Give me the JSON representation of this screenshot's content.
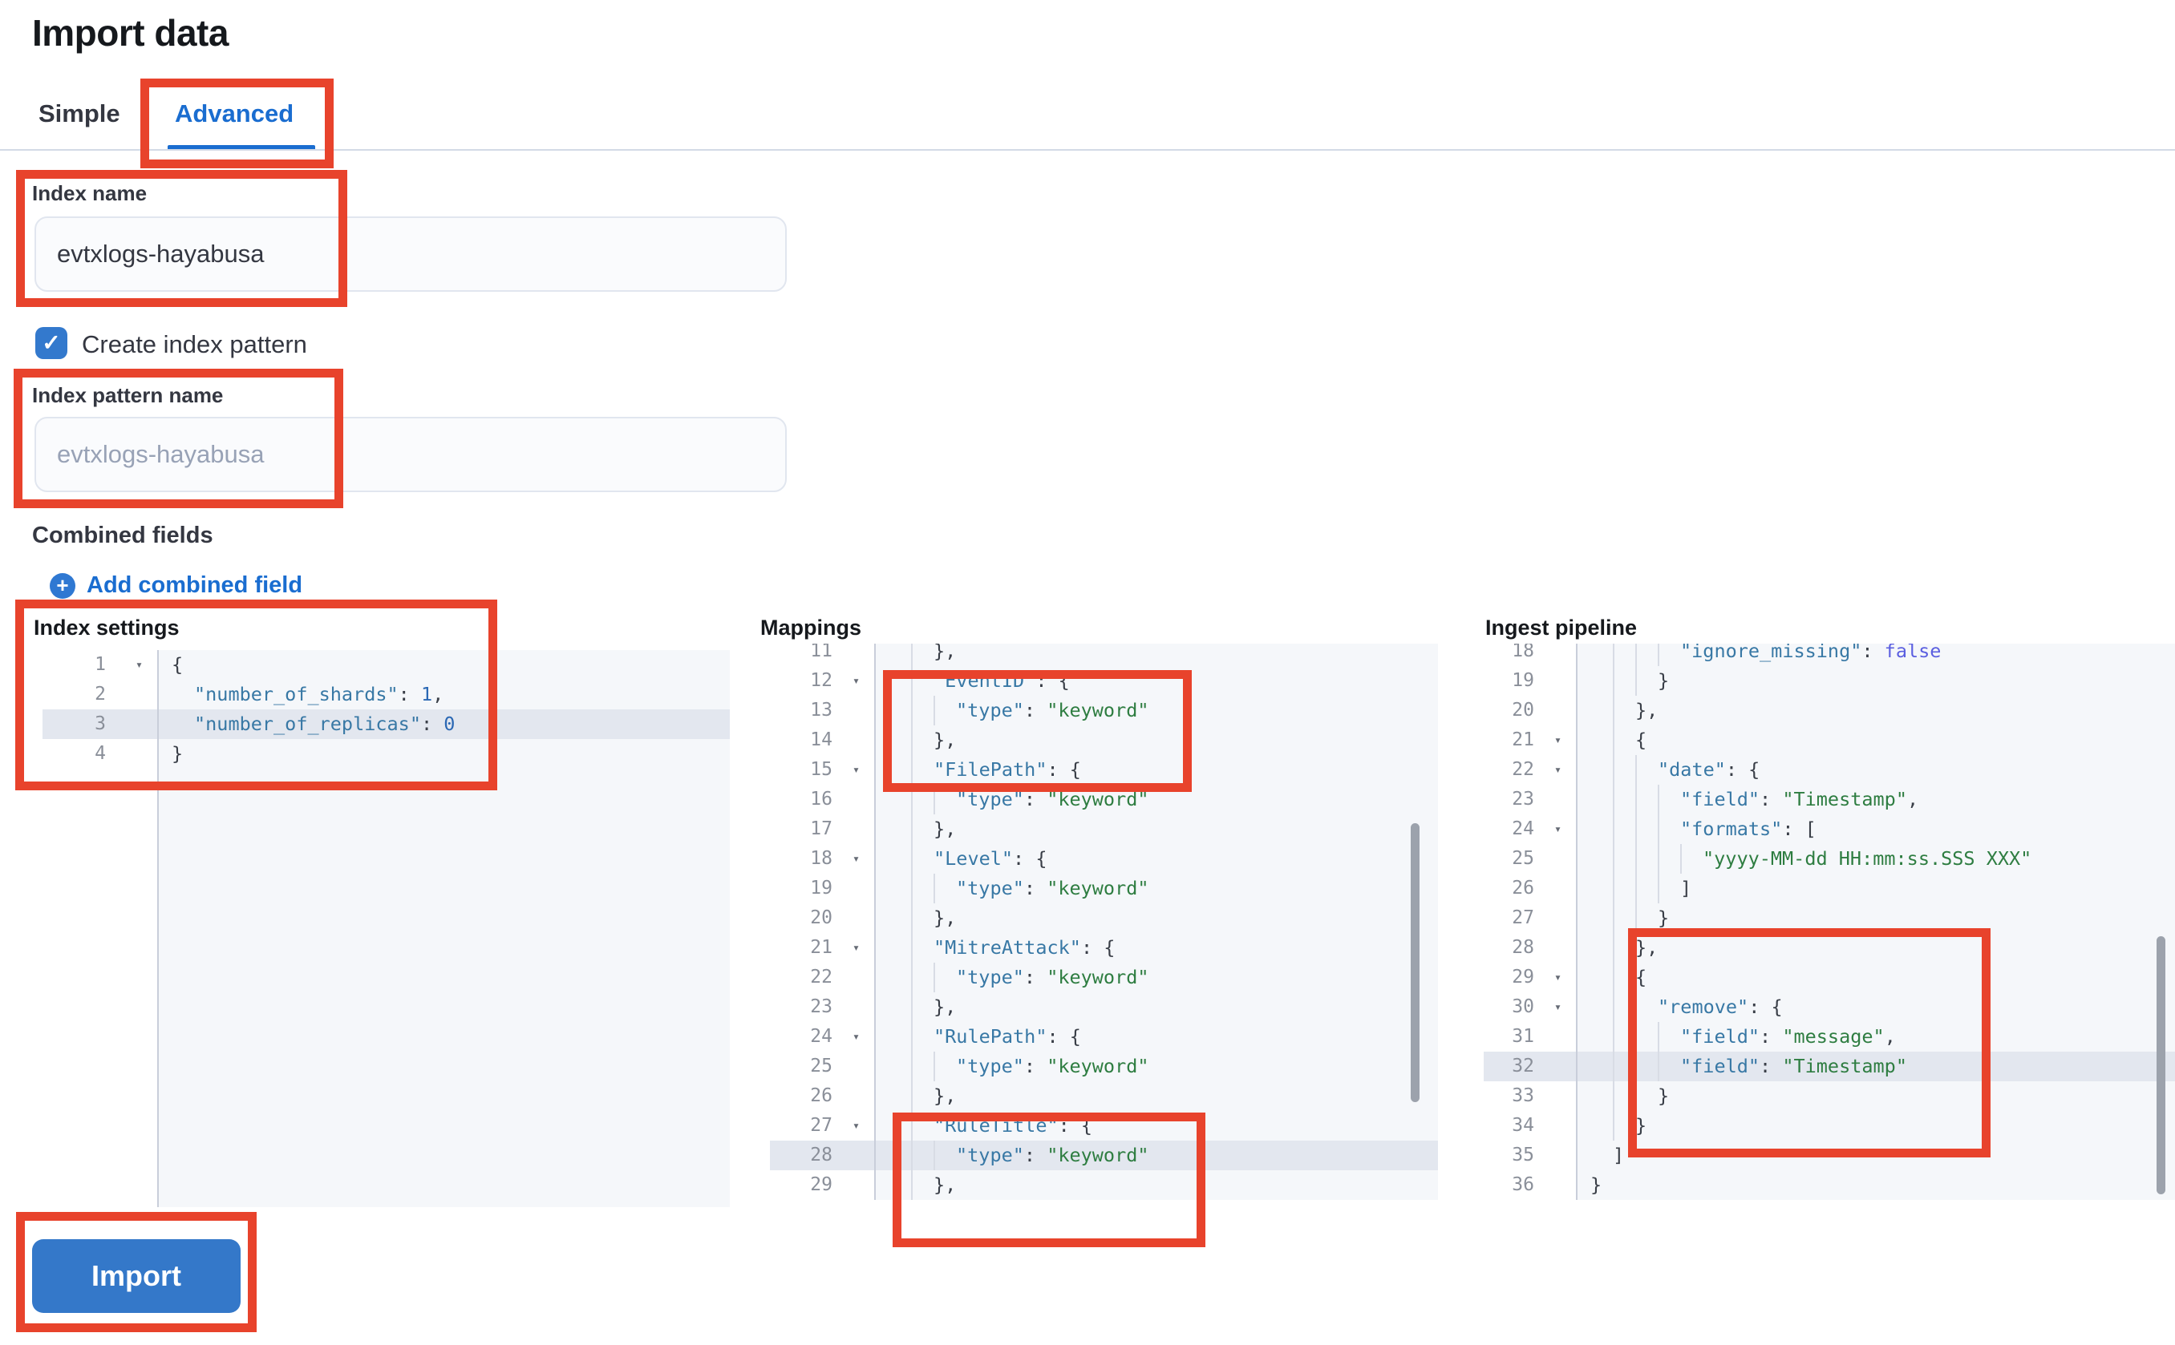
{
  "page": {
    "title": "Import data"
  },
  "tabs": {
    "simple": "Simple",
    "advanced": "Advanced"
  },
  "form": {
    "index_name_label": "Index name",
    "index_name_value": "evtxlogs-hayabusa",
    "create_index_pattern_label": "Create index pattern",
    "create_index_pattern_checked": true,
    "index_pattern_label": "Index pattern name",
    "index_pattern_placeholder": "evtxlogs-hayabusa",
    "combined_fields_label": "Combined fields",
    "add_combined_field_label": "Add combined field"
  },
  "sections": {
    "index_settings_label": "Index settings",
    "mappings_label": "Mappings",
    "ingest_pipeline_label": "Ingest pipeline"
  },
  "actions": {
    "import_label": "Import"
  },
  "icons": {
    "checkbox_tick": "✓",
    "plus": "+",
    "fold_arrow": "▾"
  },
  "colors": {
    "accent_blue": "#1a6dd0",
    "checkbox_blue": "#3379cd",
    "button_blue": "#3478c9",
    "annotation_red": "#e8432c",
    "code_key": "#3878a5",
    "code_string": "#2e7d41",
    "code_number": "#2b68b4",
    "code_boolean": "#5b5fe0",
    "active_line": "#e3e7ef"
  },
  "editors": [
    {
      "id": "index-settings",
      "fill": true,
      "lines": [
        {
          "n": "1",
          "ind": 0,
          "fold": true,
          "toks": [
            [
              "p",
              "{"
            ]
          ]
        },
        {
          "n": "2",
          "ind": 1,
          "toks": [
            [
              "k",
              "\"number_of_shards\""
            ],
            [
              "p",
              ": "
            ],
            [
              "n",
              "1"
            ],
            [
              "p",
              ","
            ]
          ]
        },
        {
          "n": "3",
          "ind": 1,
          "active": true,
          "toks": [
            [
              "k",
              "\"number_of_replicas\""
            ],
            [
              "p",
              ": "
            ],
            [
              "n",
              "0"
            ]
          ]
        },
        {
          "n": "4",
          "ind": 0,
          "toks": [
            [
              "p",
              "}"
            ]
          ]
        }
      ]
    },
    {
      "id": "mappings",
      "fill": false,
      "lines": [
        {
          "n": "11",
          "ind": 2,
          "toks": [
            [
              "p",
              "},"
            ]
          ]
        },
        {
          "n": "12",
          "ind": 2,
          "fold": true,
          "toks": [
            [
              "k",
              "\"EventID\""
            ],
            [
              "p",
              ": {"
            ]
          ]
        },
        {
          "n": "13",
          "ind": 3,
          "toks": [
            [
              "k",
              "\"type\""
            ],
            [
              "p",
              ": "
            ],
            [
              "s",
              "\"keyword\""
            ]
          ]
        },
        {
          "n": "14",
          "ind": 2,
          "toks": [
            [
              "p",
              "},"
            ]
          ]
        },
        {
          "n": "15",
          "ind": 2,
          "fold": true,
          "toks": [
            [
              "k",
              "\"FilePath\""
            ],
            [
              "p",
              ": {"
            ]
          ]
        },
        {
          "n": "16",
          "ind": 3,
          "toks": [
            [
              "k",
              "\"type\""
            ],
            [
              "p",
              ": "
            ],
            [
              "s",
              "\"keyword\""
            ]
          ]
        },
        {
          "n": "17",
          "ind": 2,
          "toks": [
            [
              "p",
              "},"
            ]
          ]
        },
        {
          "n": "18",
          "ind": 2,
          "fold": true,
          "toks": [
            [
              "k",
              "\"Level\""
            ],
            [
              "p",
              ": {"
            ]
          ]
        },
        {
          "n": "19",
          "ind": 3,
          "toks": [
            [
              "k",
              "\"type\""
            ],
            [
              "p",
              ": "
            ],
            [
              "s",
              "\"keyword\""
            ]
          ]
        },
        {
          "n": "20",
          "ind": 2,
          "toks": [
            [
              "p",
              "},"
            ]
          ]
        },
        {
          "n": "21",
          "ind": 2,
          "fold": true,
          "toks": [
            [
              "k",
              "\"MitreAttack\""
            ],
            [
              "p",
              ": {"
            ]
          ]
        },
        {
          "n": "22",
          "ind": 3,
          "toks": [
            [
              "k",
              "\"type\""
            ],
            [
              "p",
              ": "
            ],
            [
              "s",
              "\"keyword\""
            ]
          ]
        },
        {
          "n": "23",
          "ind": 2,
          "toks": [
            [
              "p",
              "},"
            ]
          ]
        },
        {
          "n": "24",
          "ind": 2,
          "fold": true,
          "toks": [
            [
              "k",
              "\"RulePath\""
            ],
            [
              "p",
              ": {"
            ]
          ]
        },
        {
          "n": "25",
          "ind": 3,
          "toks": [
            [
              "k",
              "\"type\""
            ],
            [
              "p",
              ": "
            ],
            [
              "s",
              "\"keyword\""
            ]
          ]
        },
        {
          "n": "26",
          "ind": 2,
          "toks": [
            [
              "p",
              "},"
            ]
          ]
        },
        {
          "n": "27",
          "ind": 2,
          "fold": true,
          "toks": [
            [
              "k",
              "\"RuleTitle\""
            ],
            [
              "p",
              ": {"
            ]
          ]
        },
        {
          "n": "28",
          "ind": 3,
          "active": true,
          "toks": [
            [
              "k",
              "\"type\""
            ],
            [
              "p",
              ": "
            ],
            [
              "s",
              "\"keyword\""
            ]
          ]
        },
        {
          "n": "29",
          "ind": 2,
          "toks": [
            [
              "p",
              "},"
            ]
          ]
        }
      ]
    },
    {
      "id": "ingest-pipeline",
      "fill": false,
      "lines": [
        {
          "n": "18",
          "ind": 4,
          "toks": [
            [
              "k",
              "\"ignore_missing\""
            ],
            [
              "p",
              ": "
            ],
            [
              "b",
              "false"
            ]
          ]
        },
        {
          "n": "19",
          "ind": 3,
          "toks": [
            [
              "p",
              "}"
            ]
          ]
        },
        {
          "n": "20",
          "ind": 2,
          "toks": [
            [
              "p",
              "},"
            ]
          ]
        },
        {
          "n": "21",
          "ind": 2,
          "fold": true,
          "toks": [
            [
              "p",
              "{"
            ]
          ]
        },
        {
          "n": "22",
          "ind": 3,
          "fold": true,
          "toks": [
            [
              "k",
              "\"date\""
            ],
            [
              "p",
              ": {"
            ]
          ]
        },
        {
          "n": "23",
          "ind": 4,
          "toks": [
            [
              "k",
              "\"field\""
            ],
            [
              "p",
              ": "
            ],
            [
              "s",
              "\"Timestamp\""
            ],
            [
              "p",
              ","
            ]
          ]
        },
        {
          "n": "24",
          "ind": 4,
          "fold": true,
          "toks": [
            [
              "k",
              "\"formats\""
            ],
            [
              "p",
              ": ["
            ]
          ]
        },
        {
          "n": "25",
          "ind": 5,
          "toks": [
            [
              "s",
              "\"yyyy-MM-dd HH:mm:ss.SSS XXX\""
            ]
          ]
        },
        {
          "n": "26",
          "ind": 4,
          "toks": [
            [
              "p",
              "]"
            ]
          ]
        },
        {
          "n": "27",
          "ind": 3,
          "toks": [
            [
              "p",
              "}"
            ]
          ]
        },
        {
          "n": "28",
          "ind": 2,
          "toks": [
            [
              "p",
              "},"
            ]
          ]
        },
        {
          "n": "29",
          "ind": 2,
          "fold": true,
          "toks": [
            [
              "p",
              "{"
            ]
          ]
        },
        {
          "n": "30",
          "ind": 3,
          "fold": true,
          "toks": [
            [
              "k",
              "\"remove\""
            ],
            [
              "p",
              ": {"
            ]
          ]
        },
        {
          "n": "31",
          "ind": 4,
          "toks": [
            [
              "k",
              "\"field\""
            ],
            [
              "p",
              ": "
            ],
            [
              "s",
              "\"message\""
            ],
            [
              "p",
              ","
            ]
          ]
        },
        {
          "n": "32",
          "ind": 4,
          "active": true,
          "toks": [
            [
              "k",
              "\"field\""
            ],
            [
              "p",
              ": "
            ],
            [
              "s",
              "\"Timestamp\""
            ]
          ]
        },
        {
          "n": "33",
          "ind": 3,
          "toks": [
            [
              "p",
              "}"
            ]
          ]
        },
        {
          "n": "34",
          "ind": 2,
          "toks": [
            [
              "p",
              "}"
            ]
          ]
        },
        {
          "n": "35",
          "ind": 1,
          "toks": [
            [
              "p",
              "]"
            ]
          ]
        },
        {
          "n": "36",
          "ind": 0,
          "toks": [
            [
              "p",
              "}"
            ]
          ]
        }
      ]
    }
  ]
}
